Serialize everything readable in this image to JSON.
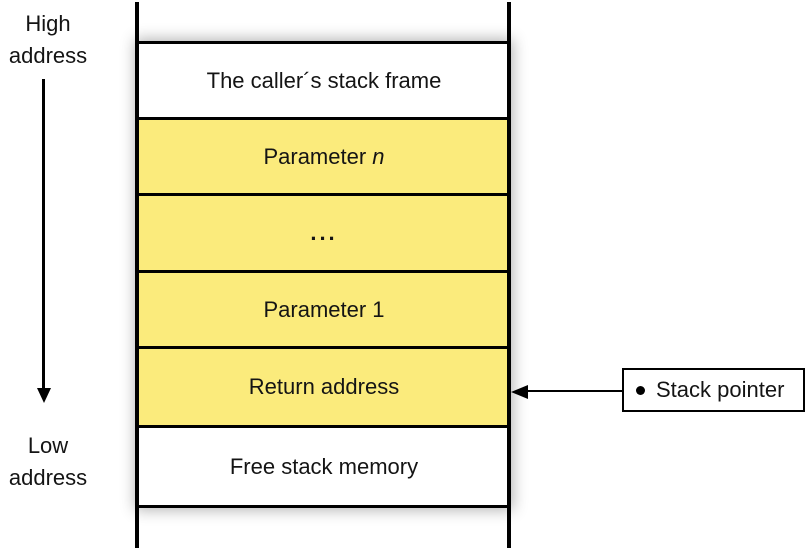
{
  "colors": {
    "cellYellow": "#FBEB7C",
    "cellWhite": "#FFFFFF",
    "line": "#000000",
    "text": "#141414"
  },
  "side_labels": {
    "high": {
      "line1": "High",
      "line2": "address"
    },
    "low": {
      "line1": "Low",
      "line2": "address"
    }
  },
  "stack": {
    "cells": [
      {
        "label": "The caller´s stack frame"
      },
      {
        "text": "Parameter ",
        "italic": "n"
      },
      {
        "label": "..."
      },
      {
        "label": "Parameter 1"
      },
      {
        "label": "Return address"
      },
      {
        "label": "Free stack memory"
      }
    ]
  },
  "pointer": {
    "label": "Stack pointer"
  },
  "icons": {
    "pointer_bullet": "●",
    "down_arrow": "▼",
    "left_arrow": "◀"
  }
}
